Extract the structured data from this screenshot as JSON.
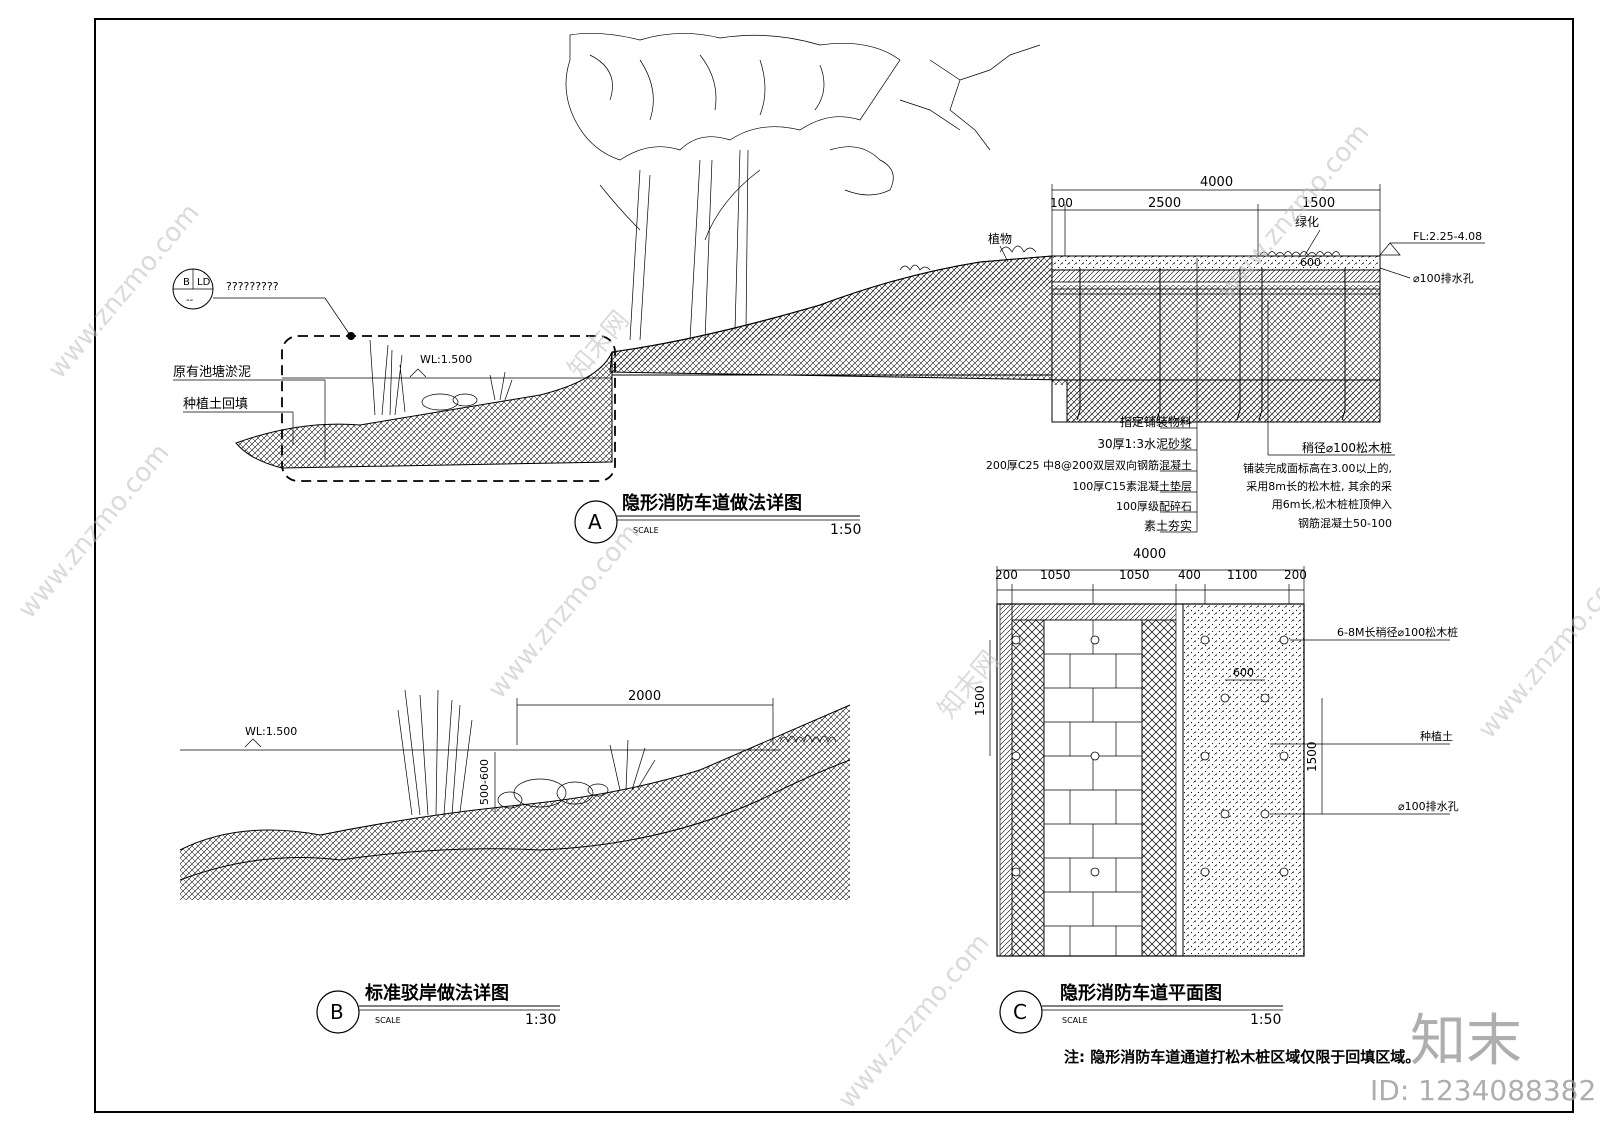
{
  "section_a": {
    "circle_label": "A",
    "title": "隐形消防车道做法详图",
    "scale_label": "SCALE",
    "scale_value": "1:50",
    "ref_top": "B",
    "ref_top_right": "LD",
    "ref_bottom": "--",
    "ref_note": "?????????",
    "labels": {
      "pond_silt": "原有池塘淤泥",
      "soil_backfill": "种植土回填",
      "water_level": "WL:1.500",
      "plants": "植物",
      "green": "绿化",
      "floor_level": "FL:2.25-4.08",
      "drain_hole": "⌀100排水孔",
      "dim_600": "600"
    },
    "dims_top": {
      "total": "4000",
      "d1": "100",
      "d2": "2500",
      "d3": "1500"
    },
    "layers": [
      "指定铺装物料",
      "30厚1:3水泥砂浆",
      "200厚C25 中8@200双层双向钢筋混凝土",
      "100厚C15素混凝土垫层",
      "100厚级配碎石",
      "素土夯实"
    ],
    "pile_note": [
      "稍径⌀100松木桩",
      "铺装完成面标高在3.00以上的,",
      "采用8m长的松木桩, 其余的采",
      "用6m长,松木桩桩顶伸入",
      "钢筋混凝土50-100"
    ]
  },
  "section_b": {
    "circle_label": "B",
    "title": "标准驳岸做法详图",
    "scale_label": "SCALE",
    "scale_value": "1:30",
    "water_level": "WL:1.500",
    "dim_width": "2000",
    "dim_depth": "500-600"
  },
  "section_c": {
    "circle_label": "C",
    "title": "隐形消防车道平面图",
    "scale_label": "SCALE",
    "scale_value": "1:50",
    "dims_top": [
      "200",
      "1050",
      "1050",
      "400",
      "1100",
      "200"
    ],
    "dim_total": "4000",
    "dim_left": "1500",
    "dim_right": "1500",
    "dim_600": "600",
    "labels": {
      "piles": "6-8M长稍径⌀100松木桩",
      "soil": "种植土",
      "drain": "⌀100排水孔"
    }
  },
  "note": "注: 隐形消防车道通道打松木桩区域仅限于回填区域。",
  "watermark": {
    "site": "www.znzmo.com",
    "brand": "知末网",
    "logo": "知末",
    "id": "ID: 1234088382"
  }
}
